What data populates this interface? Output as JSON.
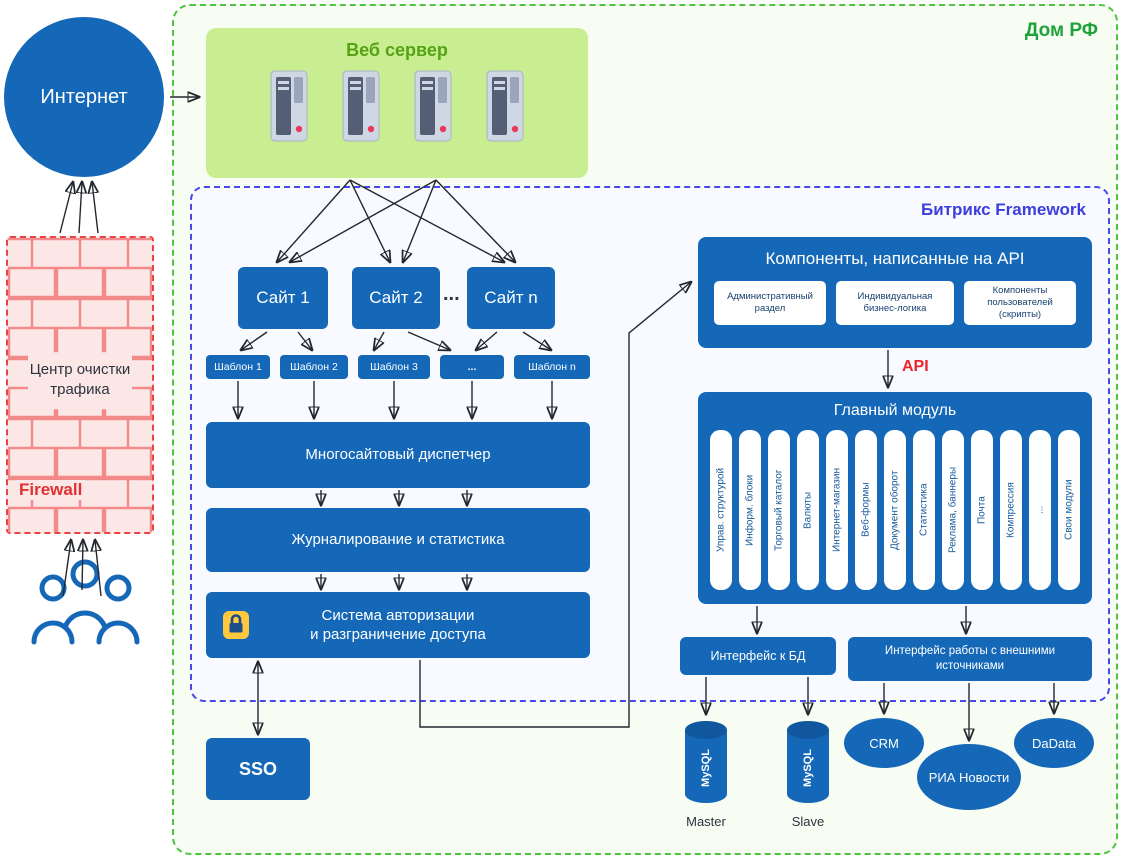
{
  "colors": {
    "blue": "#1568b8",
    "blue_dark": "#11579e",
    "green_border": "#4cc43e",
    "green_label": "#1ea33a",
    "webserver_bg": "#c9ee92",
    "webserver_title": "#55a314",
    "framework_border": "#4747ea",
    "framework_label": "#3d3de0",
    "firewall_bg": "#fce7e7",
    "firewall_border": "#e84444",
    "brick": "#f28a8a",
    "firewall_label": "#e03030",
    "api_red": "#e8262a",
    "pill_text": "#155a9b",
    "lock_bg": "#ffc83d",
    "lock_fg": "#1b4d8c",
    "arrow": "#23272f"
  },
  "outer": {
    "label": "Дом РФ"
  },
  "internet": {
    "label": "Интернет"
  },
  "firewall": {
    "title": "Центр очистки трафика",
    "label": "Firewall"
  },
  "webserver": {
    "title": "Веб сервер"
  },
  "framework": {
    "label": "Битрикс Framework",
    "sites": [
      "Сайт 1",
      "Сайт 2",
      "Сайт n"
    ],
    "sites_ellipsis": "...",
    "templates": [
      "Шаблон 1",
      "Шаблон 2",
      "Шаблон 3",
      "...",
      "Шаблон n"
    ],
    "dispatcher": "Многосайтовый диспетчер",
    "logging": "Журналирование и статистика",
    "auth_line1": "Система авторизации",
    "auth_line2": "и разграничение доступа",
    "sso": "SSO",
    "components": {
      "title": "Компоненты, написанные на API",
      "items": [
        "Административный раздел",
        "Индивидуальная бизнес-логика",
        "Компоненты пользователей (скрипты)"
      ]
    },
    "api_label": "API",
    "main_module": {
      "title": "Главный модуль",
      "modules": [
        "Управ. структурой",
        "Информ. блоки",
        "Торговый каталог",
        "Валюты",
        "Интернет-магазин",
        "Веб-формы",
        "Документ оборот",
        "Статистика",
        "Реклама, баннеры",
        "Почта",
        "Компрессия",
        "...",
        "Свои модули"
      ]
    },
    "db_interface": "Интерфейс к БД",
    "ext_interface": "Интерфейс работы с внешними источниками"
  },
  "databases": {
    "master": {
      "label": "MySQL",
      "caption": "Master"
    },
    "slave": {
      "label": "MySQL",
      "caption": "Slave"
    }
  },
  "external": {
    "crm": "CRM",
    "ria": "РИА Новости",
    "dadata": "DaData"
  }
}
